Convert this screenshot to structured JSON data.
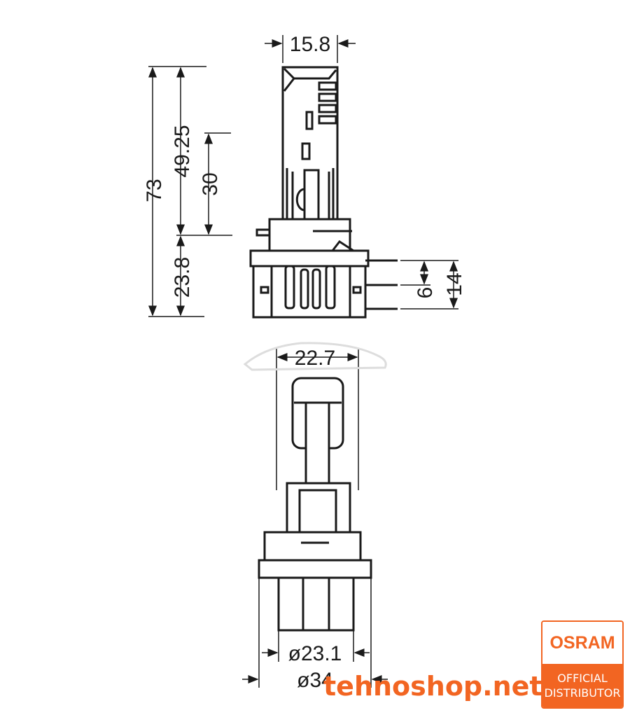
{
  "dimensions": {
    "top_width": "15.8",
    "overall_height": "73",
    "upper_height": "49.25",
    "led_height": "30",
    "base_height": "23.8",
    "pin_spacing": "6",
    "pin_span": "14",
    "bottom_width": "22.7",
    "inner_diameter": "ø23.1",
    "outer_diameter": "ø34"
  },
  "watermark": "tehnoshop.net",
  "logo": {
    "brand": "OSRAM",
    "line1": "OFFICIAL",
    "line2": "DISTRIBUTOR"
  },
  "colors": {
    "accent": "#f26522",
    "line": "#1a1a1a"
  }
}
